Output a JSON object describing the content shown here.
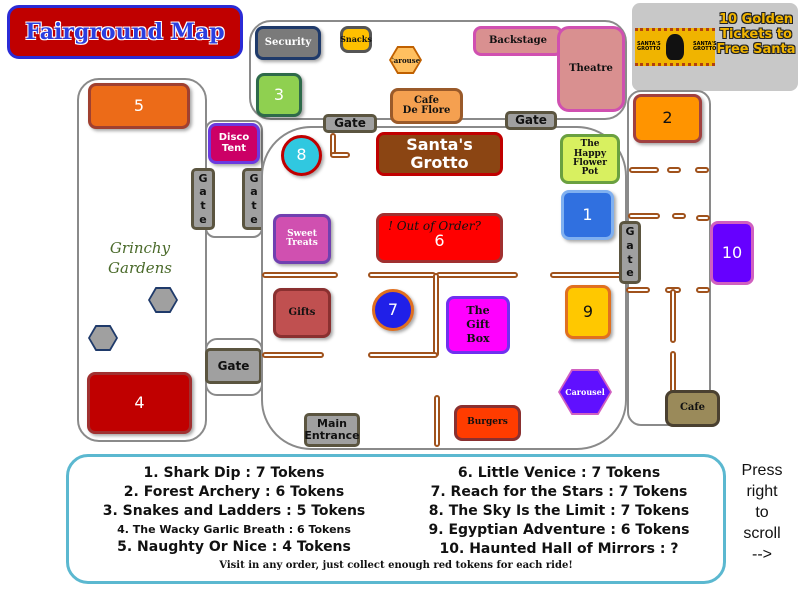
{
  "title": "Fairground Map",
  "golden_tickets": {
    "text": "10 Golden Tickets to Free Santa",
    "ticket_left": "SANTA'S GROTTO",
    "ticket_right": "SANTA'S GROTTO"
  },
  "top_area": {
    "security": "Security",
    "snacks": "Snacks",
    "carousel": "Carousel",
    "backstage": "Backstage",
    "theatre": "Theatre",
    "ride3": "3",
    "cafe_de_flore_line1": "Cafe",
    "cafe_de_flore_line2": "De Flore",
    "gate_left": "Gate",
    "gate_right": "Gate"
  },
  "left_area": {
    "ride5": "5",
    "ride4": "4",
    "gardens_line1": "Grinchy",
    "gardens_line2": "Gardens",
    "disco_line1": "Disco",
    "disco_line2": "Tent",
    "gate_vertical_letters": [
      "G",
      "a",
      "t",
      "e"
    ],
    "gate_lower": "Gate"
  },
  "centre_area": {
    "santas_grotto_line1": "Santa's",
    "santas_grotto_line2": "Grotto",
    "ride8": "8",
    "happy_flower_pot": [
      "The",
      "Happy",
      "Flower",
      "Pot"
    ],
    "ride1": "1",
    "sweet_treats_line1": "Sweet",
    "sweet_treats_line2": "Treats",
    "out_of_order": "! Out of Order?",
    "ride6": "6",
    "gifts": "Gifts",
    "ride7": "7",
    "gift_box": [
      "The",
      "Gift",
      "Box"
    ],
    "ride9": "9",
    "carousel": "Carousel",
    "burgers": "Burgers",
    "main_entrance_line1": "Main",
    "main_entrance_line2": "Entrance"
  },
  "right_area": {
    "ride2": "2",
    "ride10": "10",
    "cafe": "Cafe",
    "gate_vertical_letters": [
      "G",
      "a",
      "t",
      "e"
    ]
  },
  "legend": {
    "rides_left": [
      "1. Shark Dip : 7 Tokens",
      "2. Forest Archery : 6 Tokens",
      "3. Snakes and Ladders : 5 Tokens",
      "4. The Wacky Garlic Breath : 6 Tokens",
      "5. Naughty Or Nice : 4 Tokens"
    ],
    "rides_right": [
      "6. Little Venice : 7 Tokens",
      "7. Reach for the Stars : 7 Tokens",
      "8. The Sky Is the Limit : 7 Tokens",
      "9. Egyptian Adventure : 6 Tokens",
      "10. Haunted Hall of Mirrors : ?"
    ],
    "footer": "Visit in any order, just collect enough red tokens for each ride!"
  },
  "scroll_hint": [
    "Press",
    "right",
    "to",
    "scroll",
    "-->"
  ],
  "colors": {
    "title_bg": "#c00000",
    "title_border": "#2b2bd6",
    "legend_border": "#5bb8d0",
    "path": "#a0521c"
  }
}
